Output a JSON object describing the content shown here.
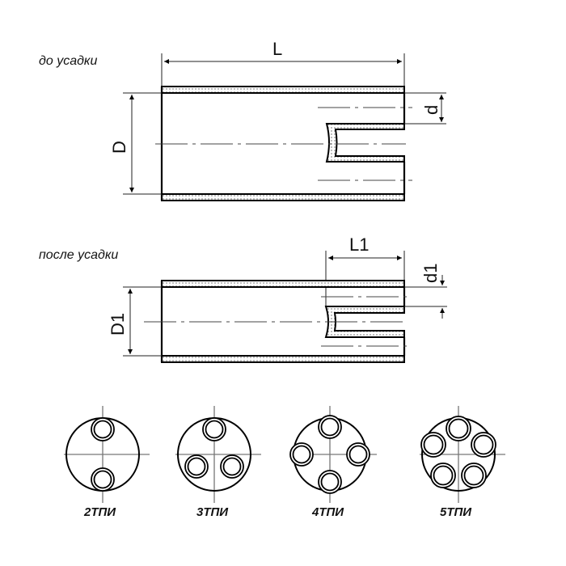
{
  "labels": {
    "before": "до усадки",
    "after": "после усадки"
  },
  "dimensions": {
    "L": "L",
    "D": "D",
    "d": "d",
    "L1": "L1",
    "D1": "D1",
    "d1": "d1"
  },
  "variants": [
    {
      "name": "2ТПИ",
      "tubes": 2
    },
    {
      "name": "3ТПИ",
      "tubes": 3
    },
    {
      "name": "4ТПИ",
      "tubes": 4
    },
    {
      "name": "5ТПИ",
      "tubes": 5
    }
  ]
}
